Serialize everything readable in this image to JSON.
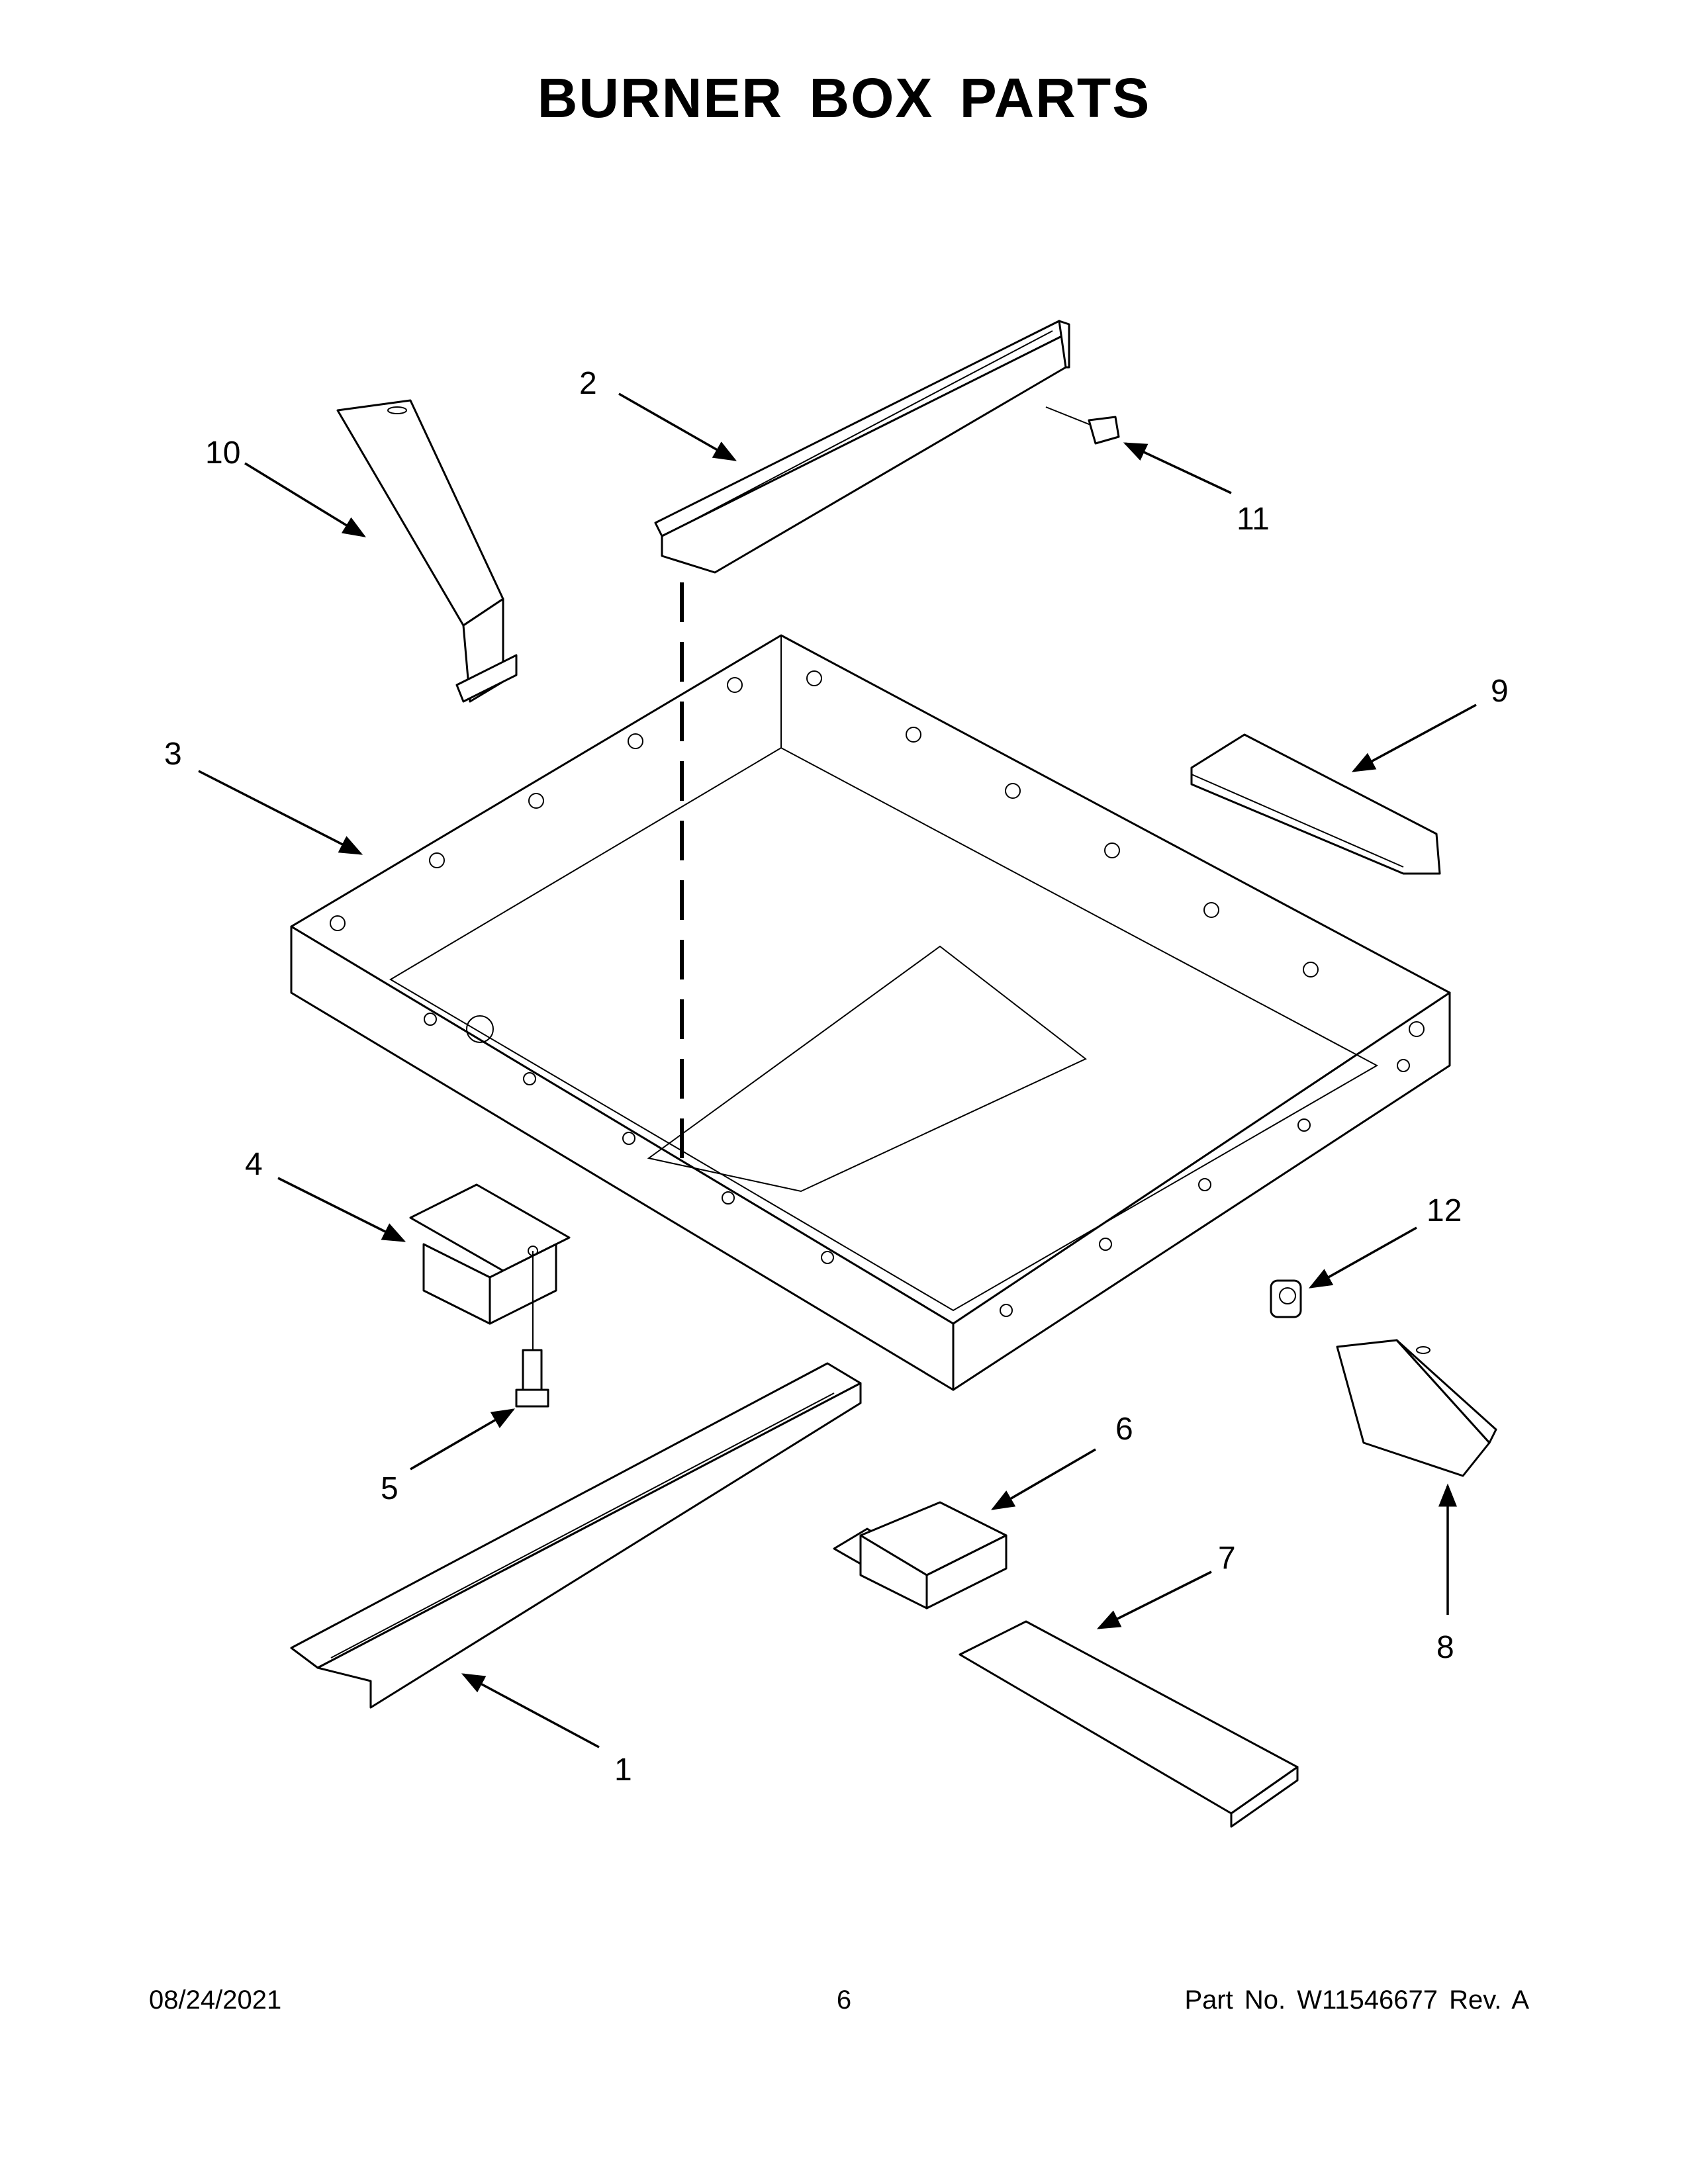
{
  "title": "BURNER BOX PARTS",
  "callouts": {
    "c1": "1",
    "c2": "2",
    "c3": "3",
    "c4": "4",
    "c5": "5",
    "c6": "6",
    "c7": "7",
    "c8": "8",
    "c9": "9",
    "c10": "10",
    "c11": "11",
    "c12": "12"
  },
  "footer": {
    "date": "08/24/2021",
    "page": "6",
    "part_number": "Part No.  W11546677  Rev.  A"
  }
}
